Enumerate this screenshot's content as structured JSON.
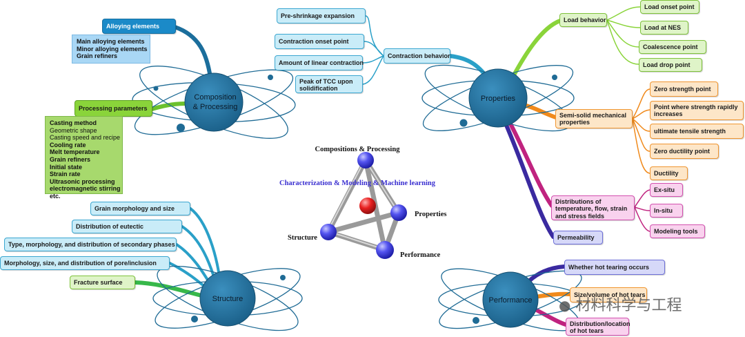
{
  "hubs": {
    "composition": "Composition & Processing",
    "properties": "Properties",
    "structure": "Structure",
    "performance": "Performance"
  },
  "composition": {
    "alloying": "Alloying elements",
    "alloying_items": [
      "Main alloying elements",
      "Minor alloying elements",
      "Grain refiners"
    ],
    "processing": "Processing parameters",
    "processing_items": [
      {
        "text": "Casting method",
        "bold": true
      },
      {
        "text": "Geometric shape",
        "bold": false
      },
      {
        "text": "Casting speed and recipe",
        "bold": false
      },
      {
        "text": "Cooling rate",
        "bold": true
      },
      {
        "text": "Melt temperature",
        "bold": true
      },
      {
        "text": "Grain refiners",
        "bold": true
      },
      {
        "text": "Initial state",
        "bold": true
      },
      {
        "text": "Strain rate",
        "bold": true
      },
      {
        "text": "Ultrasonic processing",
        "bold": true
      },
      {
        "text": "electromagnetic stirring",
        "bold": true
      },
      {
        "text": "etc.",
        "bold": true
      }
    ]
  },
  "contraction": {
    "label": "Contraction behavior",
    "pre_shrinkage": "Pre-shrinkage expansion",
    "onset": "Contraction onset point",
    "amount": "Amount of linear contraction",
    "peak_l1": "Peak of TCC upon",
    "peak_l2": "solidification"
  },
  "load": {
    "label": "Load behavior",
    "onset": "Load onset point",
    "nes": "Load at NES",
    "coalescence": "Coalescence point",
    "drop": "Load drop point"
  },
  "semisolid": {
    "label_l1": "Semi-solid mechanical",
    "label_l2": "properties",
    "zero_strength": "Zero strength point",
    "rapid_l1": "Point where strength rapidly",
    "rapid_l2": "increases",
    "uts": "ultimate tensile strength",
    "zero_ductility": "Zero ductility point",
    "ductility": "Ductility"
  },
  "distributions": {
    "label_l1": "Distributions of",
    "label_l2": "temperature, flow, strain",
    "label_l3": "and stress fields",
    "ex_situ": "Ex-situ",
    "in_situ": "In-situ",
    "modeling": "Modeling tools"
  },
  "permeability": "Permeability",
  "structure": {
    "grain": "Grain morphology and size",
    "eutectic": "Distribution of eutectic",
    "secondary": "Type, morphology, and distribution of secondary phases",
    "pore": "Morphology, size, and distribution of pore/inclusion",
    "fracture": "Fracture surface"
  },
  "performance": {
    "occurs": "Whether hot tearing occurs",
    "size": "Size/volume of hot tears",
    "dist_l1": "Distribution/location",
    "dist_l2": "of hot tears"
  },
  "tetrahedron": {
    "top": "Compositions & Processing",
    "center": "Characterization & Modeling & Machine learning",
    "right": "Properties",
    "left": "Structure",
    "bottom": "Performance"
  },
  "watermark": "材料科学与工程",
  "colors": {
    "hub": "#1f6b95",
    "link_blue": "#1b6e9c",
    "link_green": "#6cc12e",
    "link_orange": "#f08a1c",
    "link_purple": "#5a2aa8",
    "link_pink": "#c0237f",
    "link_teal": "#2aa0c8",
    "tetra_sphere": "#4b4be8",
    "center_sphere": "#e02020",
    "center_label": "#3a2fd0"
  }
}
